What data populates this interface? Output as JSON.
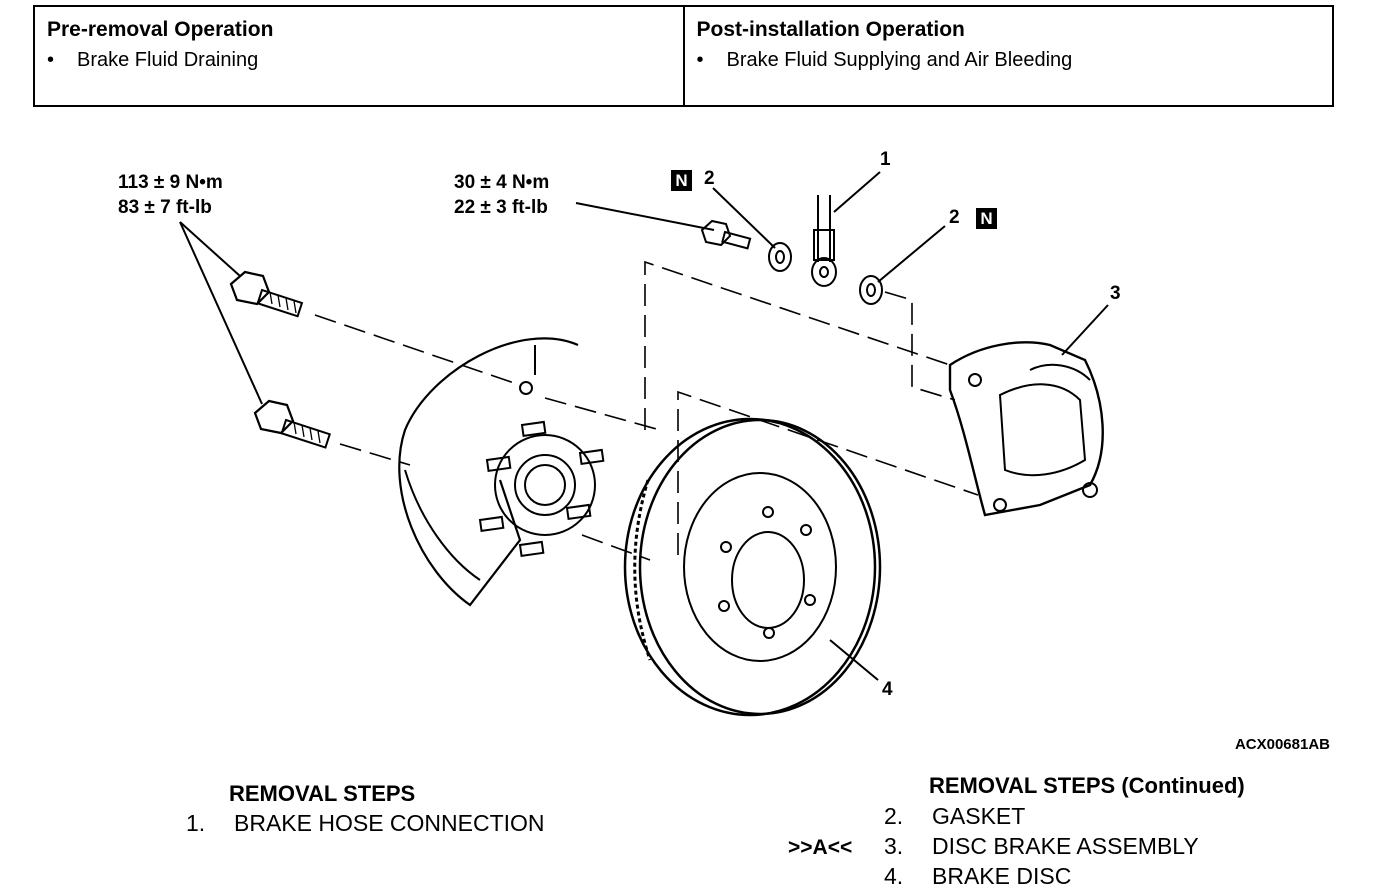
{
  "operations": {
    "pre": {
      "heading": "Pre-removal Operation",
      "items": [
        "Brake Fluid Draining"
      ]
    },
    "post": {
      "heading": "Post-installation Operation",
      "items": [
        "Brake Fluid Supplying and Air Bleeding"
      ]
    },
    "bullet": "•"
  },
  "diagram": {
    "torque_left": {
      "metric": "113 ± 9 N•m",
      "imperial": "83 ± 7 ft-lb"
    },
    "torque_mid": {
      "metric": "30 ± 4 N•m",
      "imperial": "22 ± 3 ft-lb"
    },
    "callouts": [
      "1",
      "2",
      "2",
      "3",
      "4"
    ],
    "new_part_badge": "N",
    "reference_code": "ACX00681AB"
  },
  "removal_steps": {
    "heading": "REMOVAL STEPS",
    "items": [
      {
        "num": "1.",
        "label": "BRAKE HOSE CONNECTION"
      }
    ]
  },
  "removal_steps_continued": {
    "heading": "REMOVAL STEPS (Continued)",
    "items": [
      {
        "num": "2.",
        "label": "GASKET",
        "mark": ""
      },
      {
        "num": "3.",
        "label": "DISC BRAKE ASSEMBLY",
        "mark": ">>A<<"
      },
      {
        "num": "4.",
        "label": "BRAKE DISC",
        "mark": ""
      }
    ]
  }
}
